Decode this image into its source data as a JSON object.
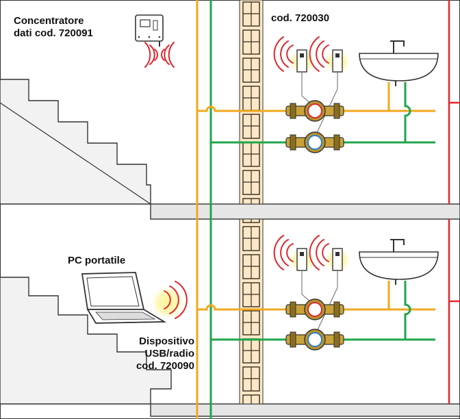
{
  "labels": {
    "concentrator": {
      "line1": "Concentratore",
      "line2": "dati cod. 720091"
    },
    "sensor_code": "cod. 720030",
    "laptop": "PC portatile",
    "device": {
      "line1": "Dispositivo",
      "line2": "USB/radio",
      "line3": "cod. 720090"
    }
  },
  "colors": {
    "hot_pipe": "#f2a81e",
    "cold_pipe": "#1fa64a",
    "heating_pipe": "#e0262d",
    "radio_waves": "#e0262d",
    "wireless_glow": "#fff07a",
    "wall_brick": "#fbe8c8",
    "stair_fill": "#f2f2f2",
    "slab_fill": "#e6e6e6"
  },
  "floors": [
    {
      "name": "upper-floor",
      "meters": [
        "hot-water-meter",
        "cold-water-meter"
      ],
      "transmitters": 2
    },
    {
      "name": "lower-floor",
      "meters": [
        "hot-water-meter",
        "cold-water-meter"
      ],
      "transmitters": 2
    }
  ]
}
